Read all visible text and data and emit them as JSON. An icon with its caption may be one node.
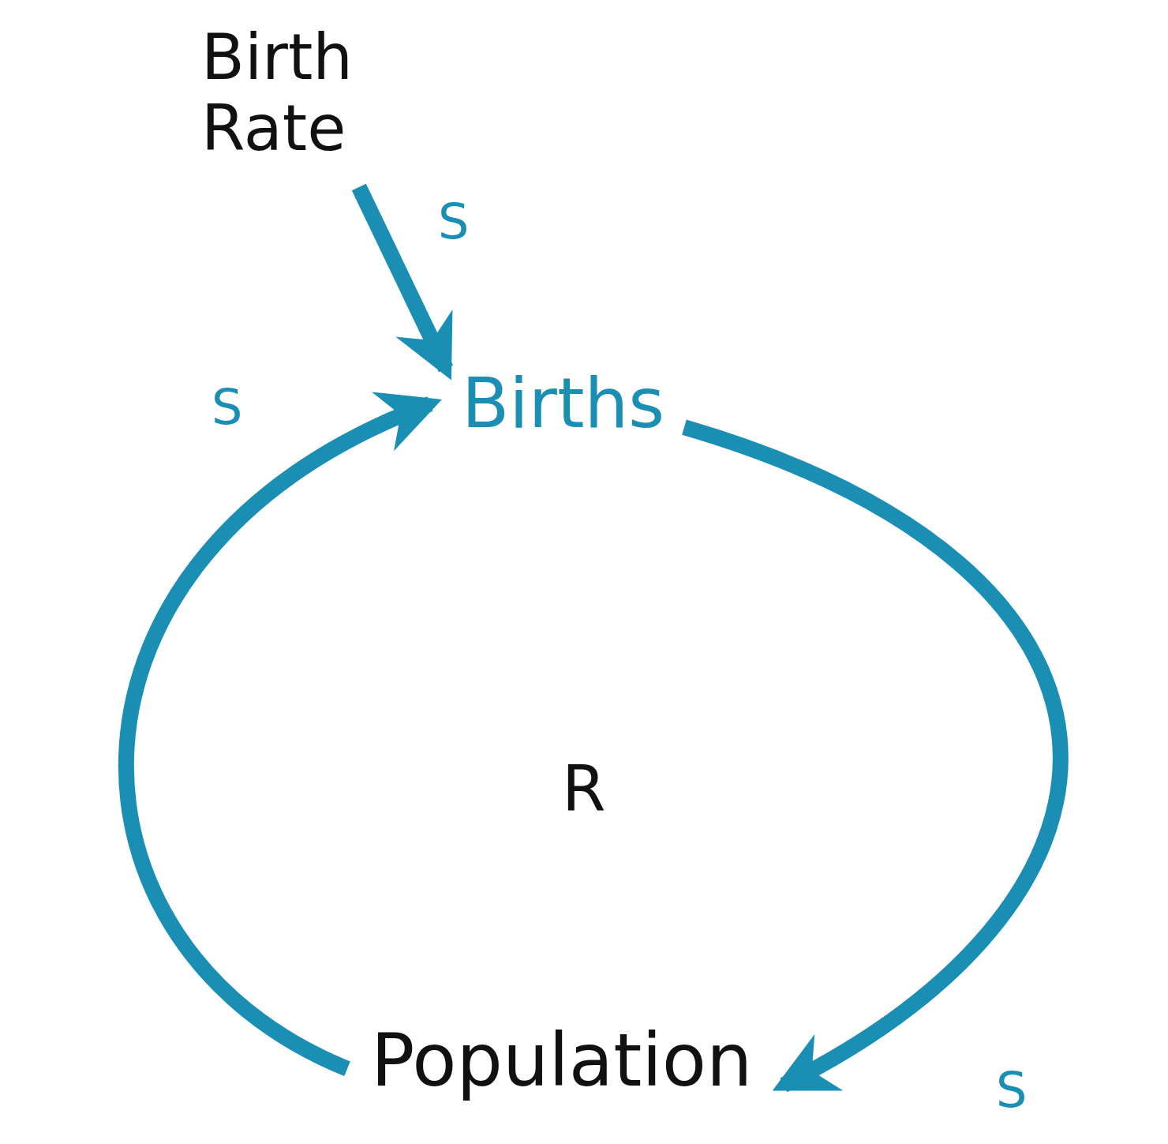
{
  "diagram": {
    "nodes": [
      {
        "text": [
          "Birth Rate"
        ]
      },
      {
        "text": [
          "Births"
        ]
      },
      {
        "text": [
          "Population"
        ]
      }
    ],
    "edges": [
      {
        "from": 0,
        "to": 1,
        "arrow": "to",
        "label": "S"
      },
      {
        "from": 2,
        "to": 1,
        "arrow": "to",
        "label": "S"
      },
      {
        "from": 1,
        "to": 2,
        "arrow": "to",
        "label": "S"
      }
    ],
    "labels": [
      "R"
    ]
  }
}
